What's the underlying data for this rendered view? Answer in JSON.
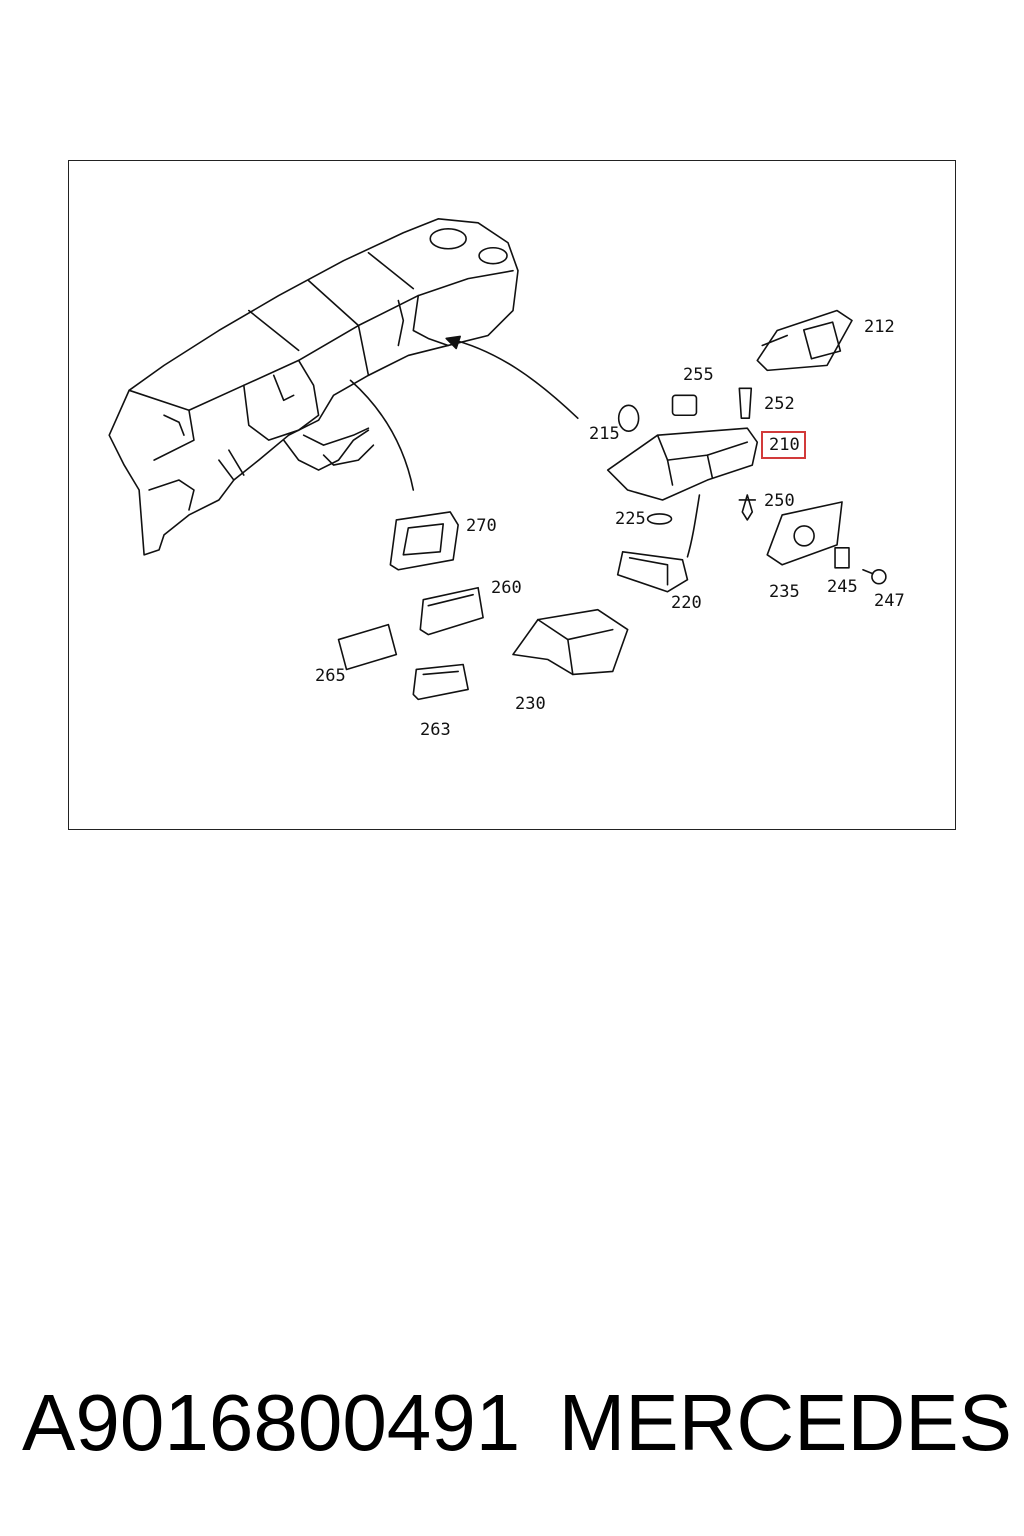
{
  "diagram": {
    "callouts": [
      {
        "id": "212",
        "label": "212"
      },
      {
        "id": "255",
        "label": "255"
      },
      {
        "id": "252",
        "label": "252"
      },
      {
        "id": "215",
        "label": "215"
      },
      {
        "id": "210",
        "label": "210",
        "highlighted": true
      },
      {
        "id": "250",
        "label": "250"
      },
      {
        "id": "225",
        "label": "225"
      },
      {
        "id": "270",
        "label": "270"
      },
      {
        "id": "220",
        "label": "220"
      },
      {
        "id": "235",
        "label": "235"
      },
      {
        "id": "245",
        "label": "245"
      },
      {
        "id": "247",
        "label": "247"
      },
      {
        "id": "260",
        "label": "260"
      },
      {
        "id": "265",
        "label": "265"
      },
      {
        "id": "230",
        "label": "230"
      },
      {
        "id": "263",
        "label": "263"
      }
    ],
    "highlight_color": "#d23a3a"
  },
  "caption": {
    "part_number": "A9016800491",
    "brand": "MERCEDES"
  }
}
